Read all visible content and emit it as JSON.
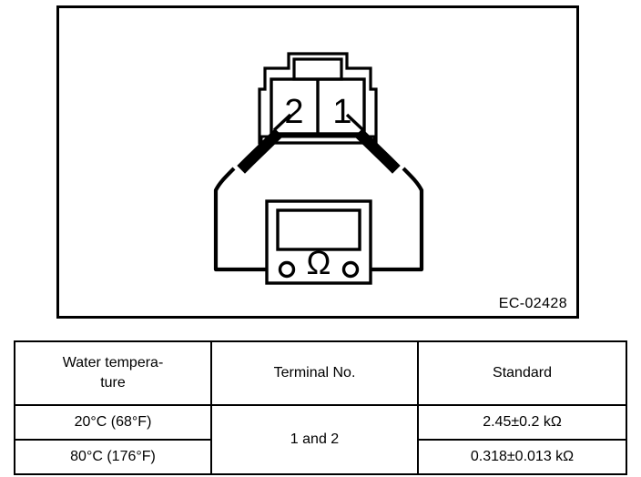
{
  "figure": {
    "code_label": "EC-02428",
    "connector": {
      "terminal_left_label": "2",
      "terminal_right_label": "1"
    },
    "meter": {
      "symbol": "Ω",
      "symbol_name": "ohm-symbol"
    }
  },
  "table": {
    "headers": [
      "Water tempera-\nture",
      "Terminal No.",
      "Standard"
    ],
    "header_water_temperature_line1": "Water tempera-",
    "header_water_temperature_line2": "ture",
    "header_terminal_no": "Terminal No.",
    "header_standard": "Standard",
    "rows": [
      {
        "water_temperature": "20°C (68°F)",
        "terminal_no": "1 and 2",
        "standard": "2.45±0.2 kΩ"
      },
      {
        "water_temperature": "80°C (176°F)",
        "terminal_no": "1 and 2",
        "standard": "0.318±0.013 kΩ"
      }
    ]
  },
  "colors": {
    "line": "#000000",
    "background": "#ffffff"
  }
}
